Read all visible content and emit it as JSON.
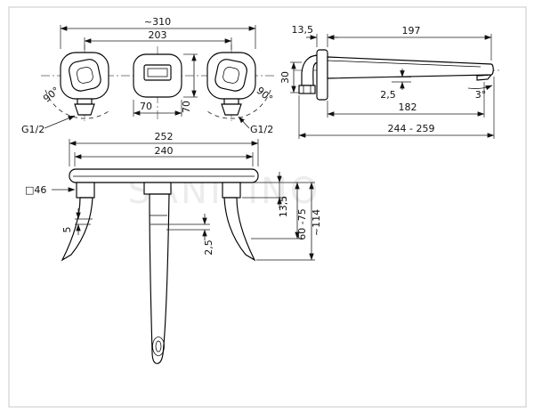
{
  "drawing": {
    "watermark": "SANITINO",
    "colors": {
      "line": "#111111",
      "frame": "#c9c9c9",
      "watermark": "#c2c2c2"
    },
    "front_view": {
      "dim_total_width": "~310",
      "dim_handle_centers": "203",
      "dim_plate_width": "70",
      "dim_plate_height": "70",
      "angle_left": "90°",
      "angle_right": "90°",
      "thread_left": "G1/2",
      "thread_right": "G1/2"
    },
    "side_view": {
      "dim_plate_thickness": "13,5",
      "dim_reach": "197",
      "dim_inlet_height": "30",
      "dim_outlet_drop": "2,5",
      "dim_projection": "182",
      "dim_total_projection": "244 - 259",
      "angle_spout": "3°"
    },
    "bottom_view": {
      "dim_plate_length": "252",
      "dim_inner_length": "240",
      "dim_escutcheon_size": "□46",
      "dim_plate_to_escutcheon": "13,5",
      "dim_lever_thickness": "5",
      "dim_spout_thickness": "2,5",
      "dim_depth_range": "60 -75",
      "dim_total_depth": "~114"
    }
  }
}
